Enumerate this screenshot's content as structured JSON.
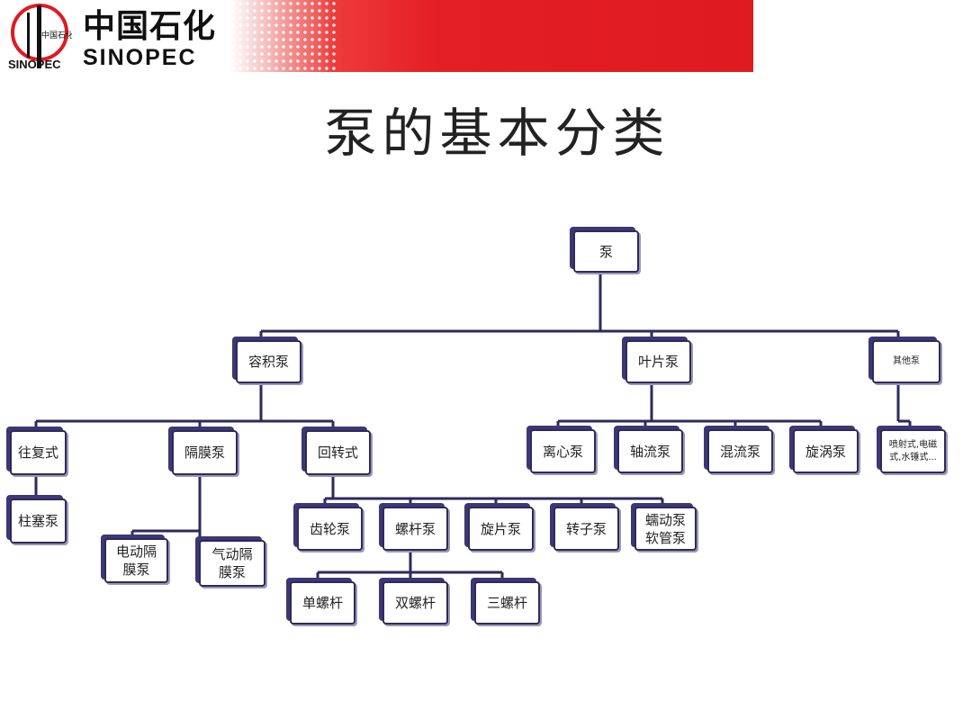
{
  "header": {
    "logo_cn": "中国石化",
    "logo_en": "SINOPEC",
    "logo_mark_text": "SINOPEC"
  },
  "title": "泵的基本分类",
  "diagram": {
    "root": "泵",
    "l1": [
      "容积泵",
      "叶片泵",
      "其他泵"
    ],
    "positive_displacement": [
      "往复式",
      "隔膜泵",
      "回转式"
    ],
    "reciprocating": [
      "柱塞泵"
    ],
    "diaphragm": [
      "电动隔膜泵",
      "气动隔膜泵"
    ],
    "rotary": [
      "齿轮泵",
      "螺杆泵",
      "旋片泵",
      "转子泵",
      "蠕动泵软管泵"
    ],
    "screw": [
      "单螺杆",
      "双螺杆",
      "三螺杆"
    ],
    "vane": [
      "离心泵",
      "轴流泵",
      "混流泵",
      "旋涡泵"
    ],
    "other": [
      "喷射式,电磁式,水锤式..."
    ]
  },
  "colors": {
    "line": "#2e2a5c",
    "node_border": "#2e2a5c",
    "band_red": "#e01a21"
  }
}
